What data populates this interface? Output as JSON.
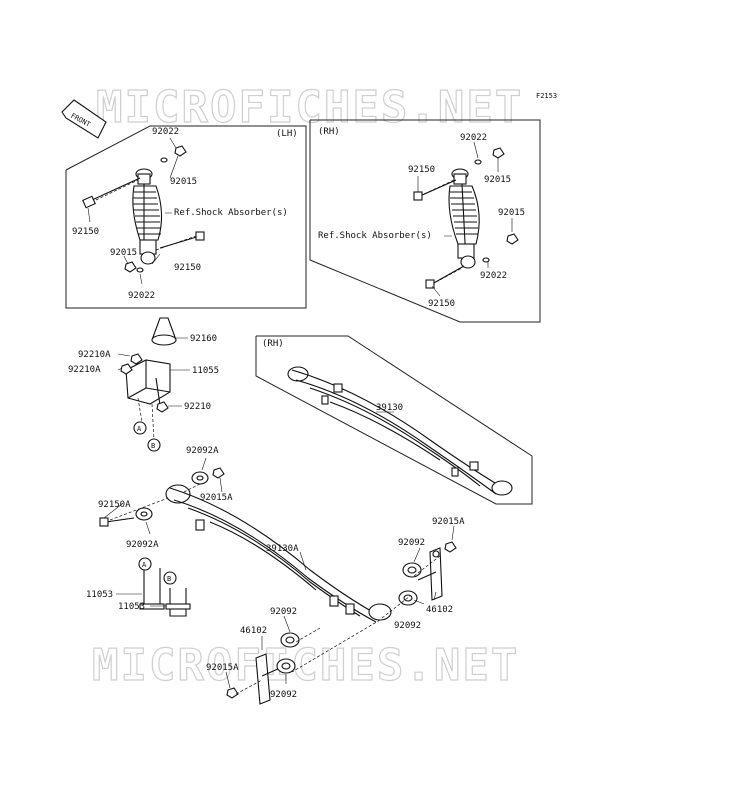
{
  "watermark": "MICROFICHES.NET",
  "figure_code": "F2153",
  "front_marker": "FRONT",
  "panels": {
    "lh": {
      "label": "(LH)",
      "ref_text": "Ref.Shock Absorber(s)"
    },
    "rh_shock": {
      "label": "(RH)",
      "ref_text": "Ref.Shock Absorber(s)"
    },
    "rh_spring": {
      "label": "(RH)"
    }
  },
  "callouts": {
    "lh_92022_top": "92022",
    "lh_92015_top": "92015",
    "lh_92150_left": "92150",
    "lh_92015_bot": "92015",
    "lh_92150_bot": "92150",
    "lh_92022_bot": "92022",
    "rh_92022_top": "92022",
    "rh_92150_top": "92150",
    "rh_92015_top": "92015",
    "rh_92015_mid": "92015",
    "rh_92022_bot": "92022",
    "rh_92150_bot": "92150",
    "p92160": "92160",
    "p92210A_1": "92210A",
    "p92210A_2": "92210A",
    "p11055": "11055",
    "p92210": "92210",
    "p39130": "39130",
    "p92092A_top": "92092A",
    "p92015A_top": "92015A",
    "p92150A": "92150A",
    "p92092A_left": "92092A",
    "p39130A": "39130A",
    "p92015A_right": "92015A",
    "p92092_right_top": "92092",
    "p46102_right": "46102",
    "p92092_right_bot": "92092",
    "p11053_a": "11053",
    "p11053_b": "11053",
    "p46102_bot": "46102",
    "p92092_bot_top": "92092",
    "p92015A_bot": "92015A",
    "p92092_bot_bot": "92092",
    "ref_a_1": "A",
    "ref_b_1": "B",
    "ref_a_2": "A",
    "ref_b_2": "B"
  }
}
